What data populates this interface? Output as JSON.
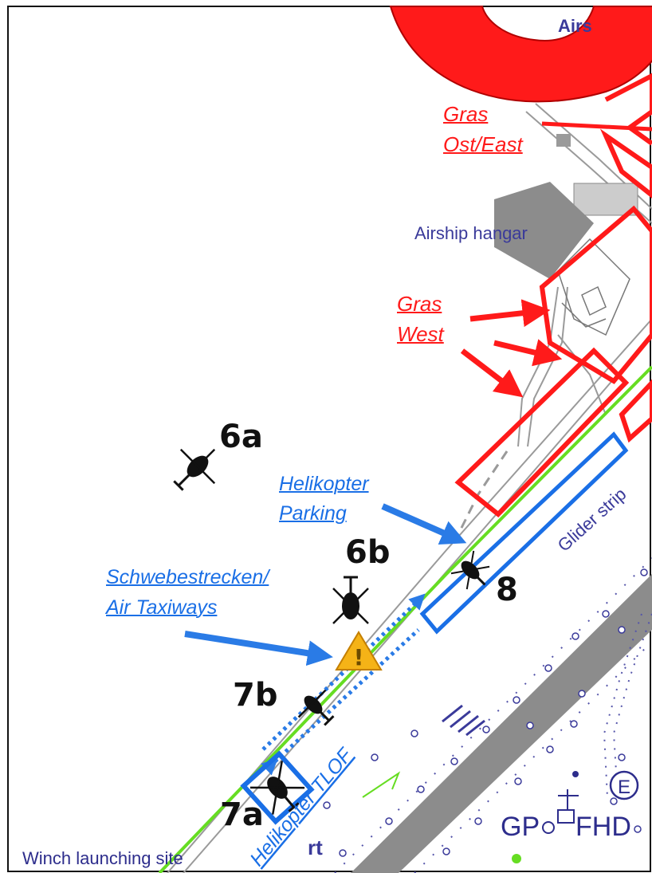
{
  "labels": {
    "airship_top": "Airs",
    "gras_east_line1": "Gras",
    "gras_east_line2": "Ost/East",
    "airship_hangar": "Airship hangar",
    "gras_west_line1": "Gras",
    "gras_west_line2": "West",
    "heli_parking_line1": "Helikopter",
    "heli_parking_line2": "Parking",
    "air_taxi_line1": "Schwebestrecken/",
    "air_taxi_line2": "Air Taxiways",
    "glider_strip": "Glider strip",
    "heli_tlof": "Helikopter TLOF",
    "winch": "Winch launching site",
    "rt": "rt",
    "gp": "GP",
    "fhd": "FHD",
    "e_marker": "E",
    "warning_mark": "!"
  },
  "points": {
    "p6a": "6a",
    "p6b": "6b",
    "p7a": "7a",
    "p7b": "7b",
    "p8": "8"
  },
  "colors": {
    "red": "#ff1a1a",
    "blue": "#1a6fe6",
    "navy": "#2d2d8c",
    "green": "#66dd22",
    "gray": "#8c8c8c",
    "warning": "#f5b317"
  }
}
